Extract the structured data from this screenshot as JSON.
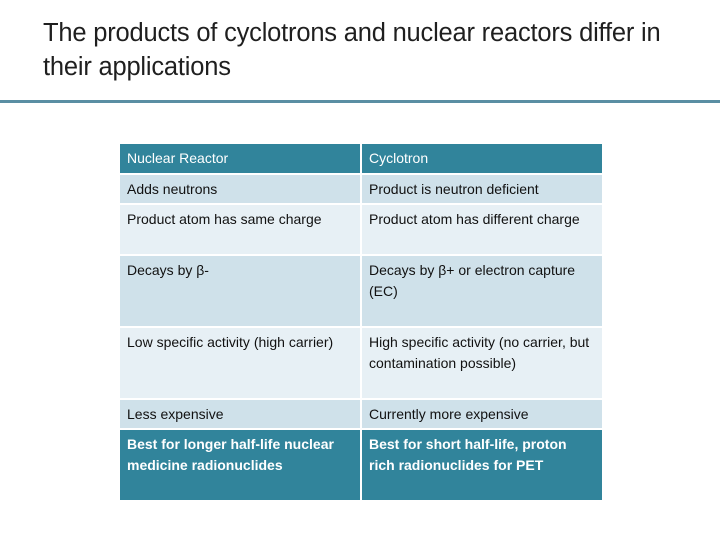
{
  "slide": {
    "title": "The products of cyclotrons and nuclear reactors differ in their applications"
  },
  "table": {
    "headers": [
      "Nuclear Reactor",
      "Cyclotron"
    ],
    "rows": [
      [
        "Adds neutrons",
        "Product is neutron deficient"
      ],
      [
        "Product atom has same charge",
        "Product atom has different charge"
      ],
      [
        "Decays by β-",
        "Decays by β+ or electron capture (EC)"
      ],
      [
        "Low specific activity (high carrier)",
        "High specific activity (no carrier, but contamination possible)"
      ],
      [
        "Less expensive",
        "Currently more expensive"
      ],
      [
        "Best for longer half-life nuclear medicine radionuclides",
        "Best for short half-life, proton rich radionuclides for PET"
      ]
    ]
  },
  "colors": {
    "header_bg": "#31849b",
    "row_dark": "#cfe1ea",
    "row_light": "#e7f0f5",
    "rule": "#5a8ea3"
  }
}
